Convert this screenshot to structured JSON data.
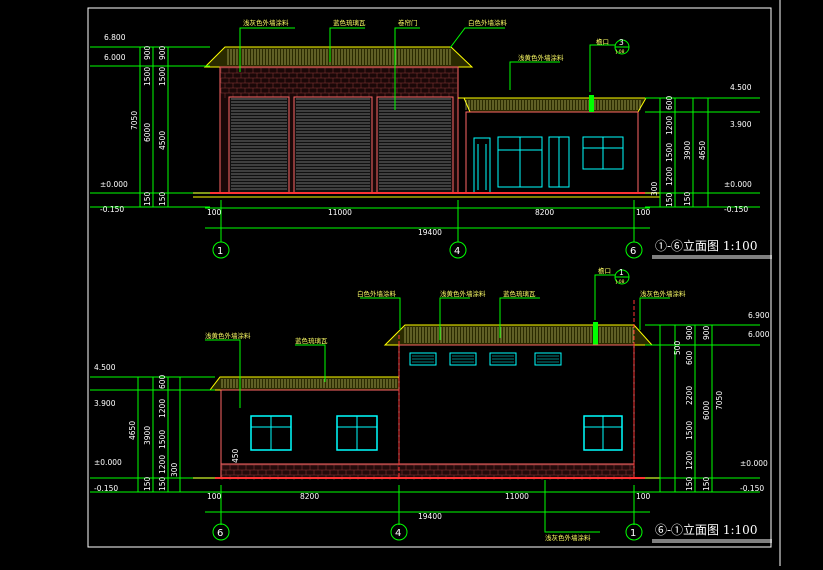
{
  "views": [
    {
      "id": "front",
      "title": "①-⑥立面图  1:100",
      "left_levels": [
        "6.800",
        "6.000",
        "±0.000",
        "-0.150"
      ],
      "left_dims_outer": [
        "7050"
      ],
      "left_dims_mid": [
        "900",
        "1500",
        "6000",
        "150"
      ],
      "left_dims_inner": [
        "900",
        "1500",
        "4500",
        "150"
      ],
      "right_levels": [
        "4.500",
        "3.900",
        "±0.000",
        "-0.150"
      ],
      "right_dims_outer": [
        "4650"
      ],
      "right_dims_mid": [
        "3900",
        "150"
      ],
      "right_dims_inner": [
        "600",
        "1200",
        "1500",
        "1200",
        "300",
        "150"
      ],
      "bottom_dims": [
        "100",
        "11000",
        "8200",
        "100"
      ],
      "total_dim": "19400",
      "axes": [
        "1",
        "4",
        "6"
      ],
      "annotations": [
        "浅灰色外墙涂料",
        "蓝色琉璃瓦",
        "卷帘门",
        "白色外墙涂料",
        "浅黄色外墙涂料",
        "檐口",
        "3",
        "J-08"
      ]
    },
    {
      "id": "back",
      "title": "⑥-①立面图  1:100",
      "left_levels": [
        "4.500",
        "3.900",
        "±0.000",
        "-0.150"
      ],
      "left_dims_outer": [
        "4650"
      ],
      "left_dims_mid": [
        "3900",
        "150"
      ],
      "left_dims_inner": [
        "600",
        "1200",
        "1500",
        "1200",
        "300",
        "150"
      ],
      "right_levels": [
        "6.900",
        "6.000",
        "±0.000",
        "-0.150"
      ],
      "right_dims_outer": [
        "7050"
      ],
      "right_dims_mid": [
        "900",
        "6000",
        "150"
      ],
      "right_dims_inner": [
        "900",
        "600",
        "500",
        "2200",
        "1500",
        "1200",
        "150"
      ],
      "bottom_dims": [
        "100",
        "8200",
        "11000",
        "100"
      ],
      "total_dim": "19400",
      "axes": [
        "6",
        "4",
        "1"
      ],
      "annotations": [
        "浅黄色外墙涂料",
        "蓝色琉璃瓦",
        "白色外墙涂料",
        "浅黄色外墙涂料",
        "蓝色琉璃瓦",
        "浅灰色外墙涂料",
        "檐口",
        "1",
        "J-08",
        "浅灰色外墙涂料",
        "450"
      ]
    }
  ],
  "colors": {
    "background": "#000000",
    "dim_line": "#00ff00",
    "roof": "#ffff00",
    "roof_tiles": "#ffff99",
    "wall_outline": "#ff4d4d",
    "window": "#00ffff",
    "text": "#ffffff",
    "annotation": "#ffff66",
    "axis_line": "#ff0000",
    "frame": "#ffffff"
  }
}
